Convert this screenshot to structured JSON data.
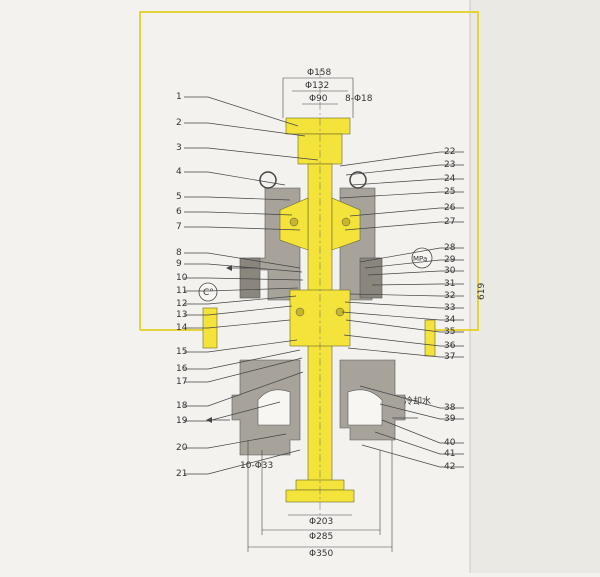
{
  "figure": {
    "dimension_labels": {
      "d158": "Φ158",
      "d132": "Φ132",
      "d90": "Φ90",
      "d18": "8-Φ18",
      "d203": "Φ203",
      "d285": "Φ285",
      "d350": "Φ350",
      "bolts": "10-Φ33",
      "side": "619"
    },
    "annotations": {
      "mpa": "MPa",
      "celsius": "C°",
      "cooling_water": "冷却水"
    },
    "left_callouts": [
      "1",
      "2",
      "3",
      "4",
      "5",
      "6",
      "7",
      "8",
      "9",
      "10",
      "11",
      "12",
      "13",
      "14",
      "15",
      "16",
      "17",
      "18",
      "19",
      "20",
      "21"
    ],
    "right_callouts": [
      "22",
      "23",
      "24",
      "25",
      "26",
      "27",
      "28",
      "29",
      "30",
      "31",
      "32",
      "33",
      "34",
      "35",
      "36",
      "37",
      "38",
      "39",
      "40",
      "41",
      "42"
    ],
    "colors": {
      "shaft": "#f3e33a",
      "housing": "#a7a39b",
      "pipe": "#e4d43a"
    }
  }
}
